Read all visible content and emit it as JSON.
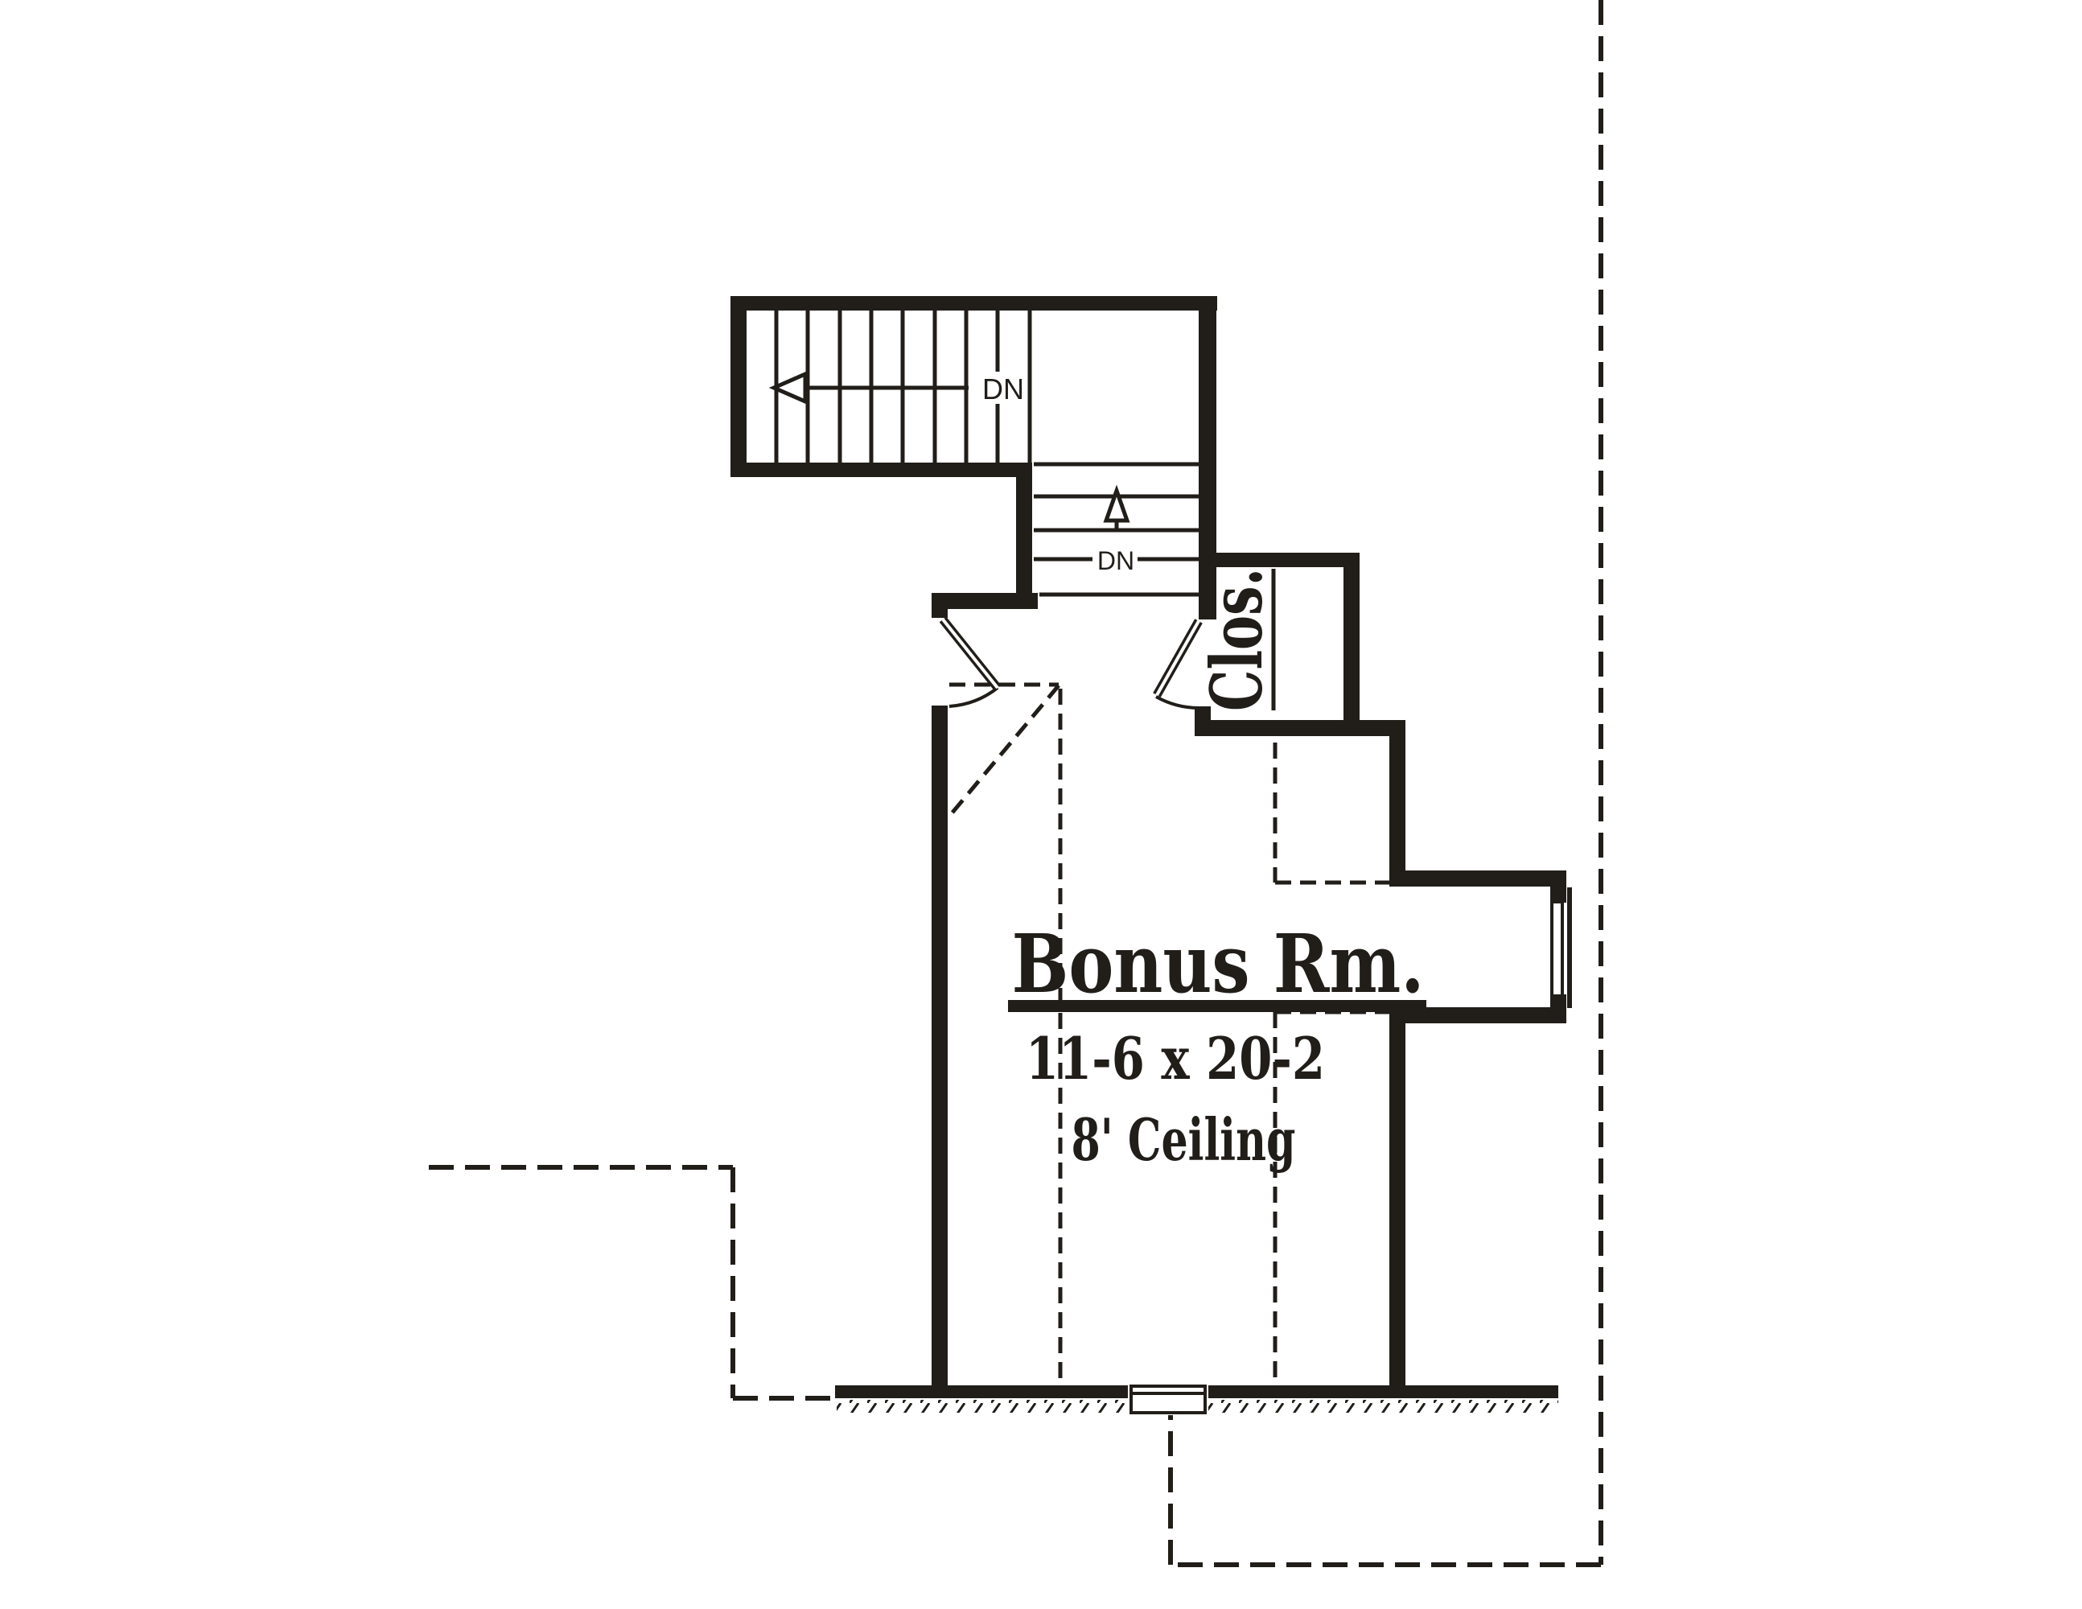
{
  "plan": {
    "room": {
      "name": "Bonus Rm.",
      "dimensions": "11-6 x 20-2",
      "ceiling": "8' Ceiling"
    },
    "closet": {
      "label": "Clos."
    },
    "stairs": {
      "upper_run_label": "DN",
      "lower_run_label": "DN"
    },
    "colors": {
      "line": "#211e1a",
      "background": "#ffffff"
    },
    "icons": [
      "down-arrow-icon",
      "up-arrow-icon"
    ]
  }
}
